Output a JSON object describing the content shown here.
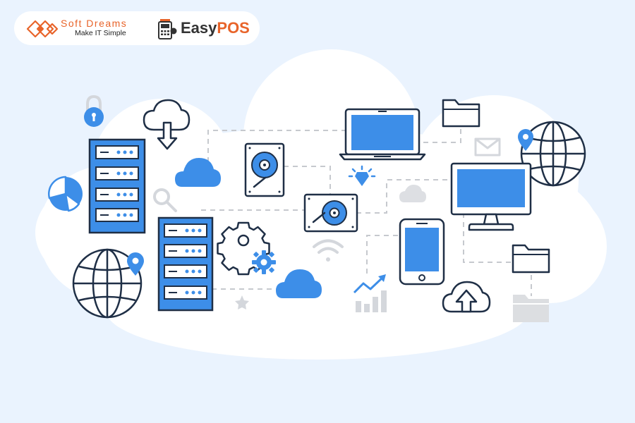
{
  "brand": {
    "softdreams_name": "Soft Dreams",
    "softdreams_tagline": "Make IT Simple",
    "easypos_prefix": "Easy",
    "easypos_suffix": "POS"
  },
  "colors": {
    "page_background": "#eaf3fe",
    "cloud_fill": "#ffffff",
    "accent_blue": "#3d8ee8",
    "outline": "#1f2f46",
    "light_grey": "#d4d7dc",
    "dashed_line": "#c6c9ce",
    "brand_orange": "#e8642a",
    "brand_dark": "#333333"
  },
  "illustration_icons": [
    "cloud-shape",
    "lock-icon",
    "upload-cloud-icon",
    "server-rack-icon",
    "pie-chart-icon",
    "globe-icon",
    "map-pin-icon",
    "cloud-icon",
    "magnifier-icon",
    "gear-icon",
    "hard-drive-icon",
    "star-icon",
    "wifi-icon",
    "laptop-icon",
    "lightbulb-icon",
    "trend-chart-icon",
    "tablet-icon",
    "folder-icon",
    "mail-icon",
    "monitor-icon"
  ]
}
